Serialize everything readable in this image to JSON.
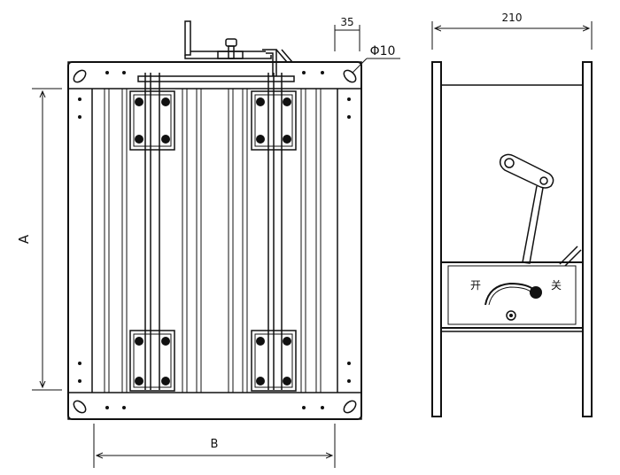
{
  "front_view": {
    "height_label": "A",
    "width_label": "B",
    "flange_label": "35",
    "hole_label": "Φ10"
  },
  "side_view": {
    "width_label": "210",
    "open_label": "开",
    "close_label": "关"
  }
}
